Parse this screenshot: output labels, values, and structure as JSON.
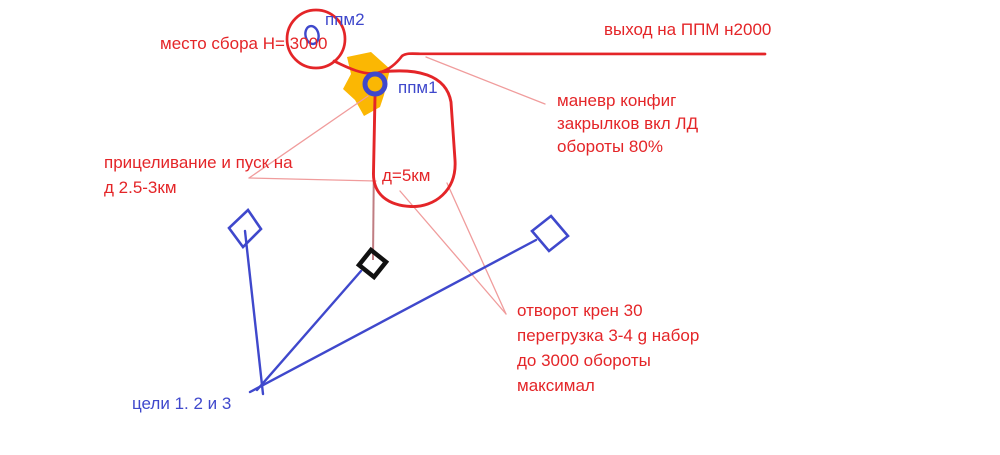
{
  "diagram_title": "attack maneuver hand-drawn scheme",
  "colors": {
    "route_red": "#e42528",
    "annotation_pink": "#f09c9c",
    "descent_dark_rose": "#c07d82",
    "nav_blue": "#3f48cc",
    "highlight_gold": "#fbb703",
    "target_black": "#111111",
    "background": "#ffffff"
  },
  "labels": {
    "assembly_point": "место сбора Н= 3000",
    "ppm2": "ппм2",
    "exit_waypoint": "выход на ППМ н2000",
    "ppm1": "ппм1",
    "maneuver_note": "маневр конфиг\nзакрылков вкл ЛД\nобороты 80%",
    "aiming_note": "прицеливание и пуск на\nд 2.5-3км",
    "distance": "д=5км",
    "turn_note": "отворот крен 30\nперегрузка 3-4 g набор\nдо 3000 обороты\nмаксимал",
    "targets": "цели 1. 2 и 3"
  }
}
